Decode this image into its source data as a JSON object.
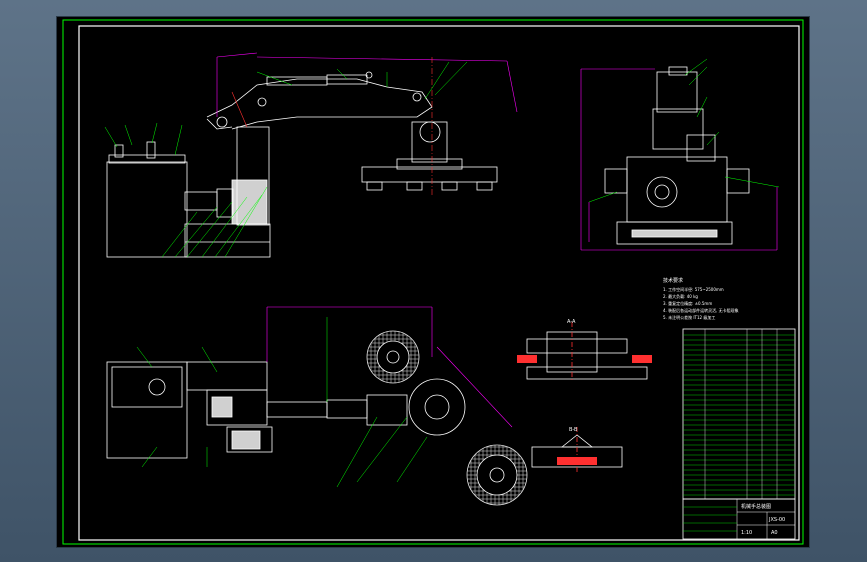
{
  "drawing": {
    "tech_requirements": {
      "title": "技术要求",
      "lines": [
        "1. 工作空间半径: 575~2500mm",
        "2. 最大负载: 40 kg",
        "3. 重复定位精度: ±0.5mm",
        "4. 装配后各运动部件运转灵活, 无卡阻现象",
        "5. 未注明公差按 IT12 级加工"
      ]
    },
    "section_labels": [
      "A-A",
      "B-B"
    ],
    "title_block": {
      "title": "机械手总装图",
      "drawing_no": "JXS-00",
      "scale": "1:10",
      "sheet": "A0"
    }
  },
  "colors": {
    "background": "#000000",
    "frame": "#00ff00",
    "part_outline": "#ffffff",
    "leader": "#00ff00",
    "dimension": "#ff00ff",
    "centerline": "#ff3030",
    "body_fill": "#c8c8c8"
  }
}
